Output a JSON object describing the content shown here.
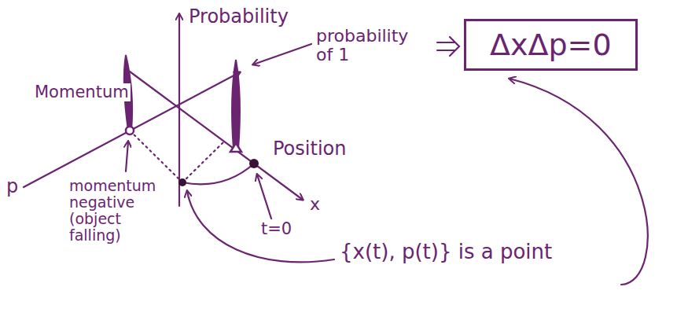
{
  "diagram": {
    "nodes": [
      {
        "text": [
          "ΔxΔp=0"
        ]
      }
    ],
    "labels": [
      "Probability",
      "Momentum",
      "p",
      "Position",
      "x",
      "probability of 1",
      "momentum negative (object falling)",
      "t=0",
      "{x(t), p(t)} is a point"
    ]
  }
}
